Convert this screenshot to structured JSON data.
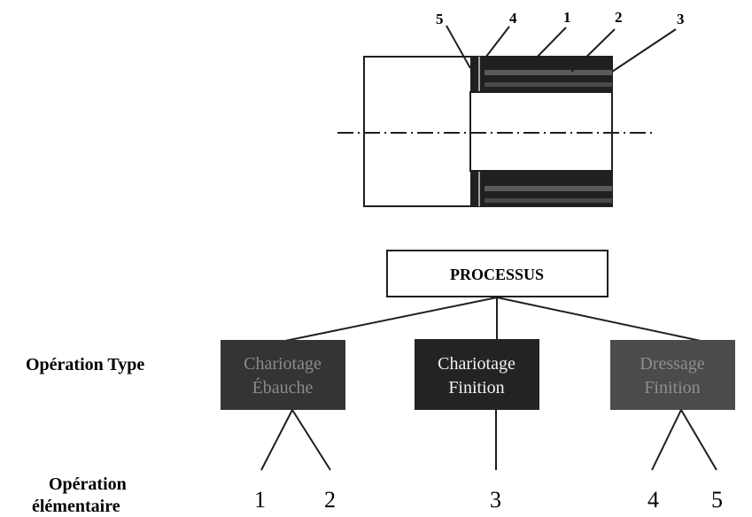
{
  "part_markers": [
    "5",
    "4",
    "1",
    "2",
    "3"
  ],
  "process": {
    "title": "PROCESSUS"
  },
  "levels": {
    "type_label": "Opération Type",
    "elementary_label_line1": "Opération",
    "elementary_label_line2": "élémentaire"
  },
  "operations": [
    {
      "line1": "Chariotage",
      "line2": "Ébauche",
      "fill": "#343434",
      "text_color": "#8b8b8b"
    },
    {
      "line1": "Chariotage",
      "line2": "Finition",
      "fill": "#232323",
      "text_color": "#f2f2f2"
    },
    {
      "line1": "Dressage",
      "line2": "Finition",
      "fill": "#4b4b4b",
      "text_color": "#8f8f8f"
    }
  ],
  "elementary_ops": [
    "1",
    "2",
    "3",
    "4",
    "5"
  ],
  "colors": {
    "line": "#1f1f1f",
    "page_bg": "#ffffff",
    "hatch_dark": "#202020"
  }
}
